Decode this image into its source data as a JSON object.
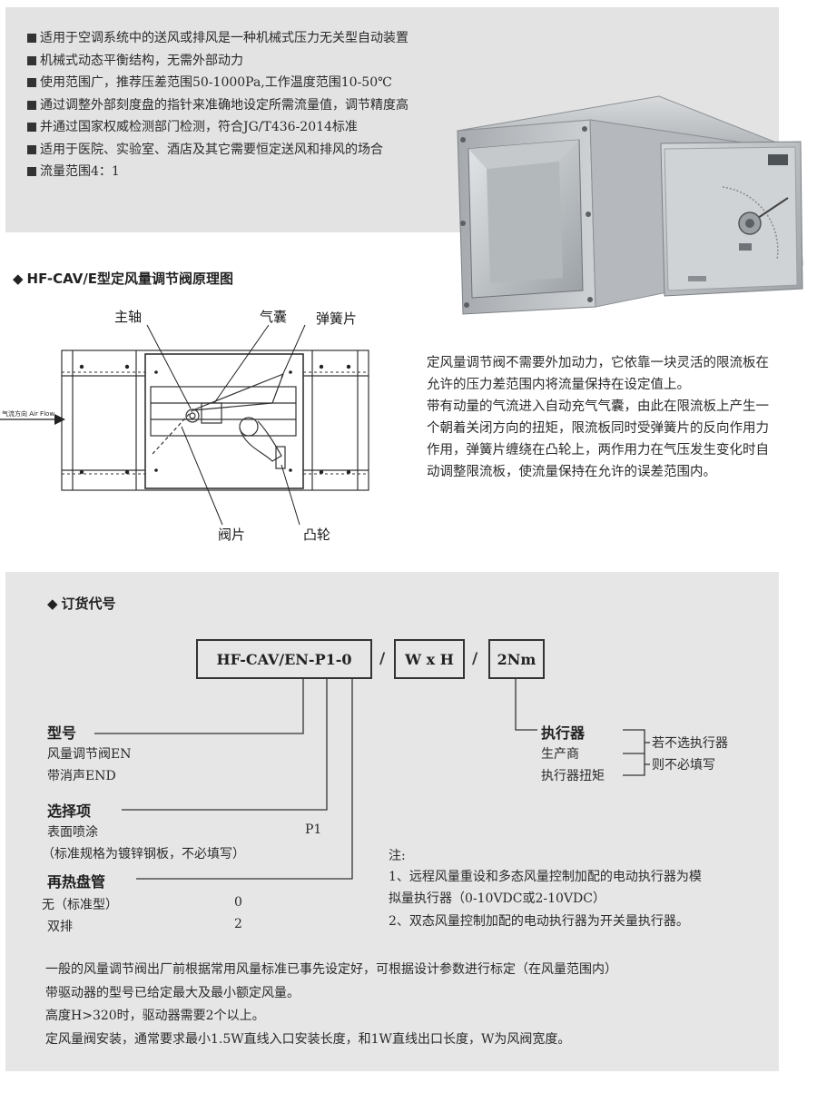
{
  "features": [
    "适用于空调系统中的送风或排风是一种机械式压力无关型自动装置",
    "机械式动态平衡结构，无需外部动力",
    "使用范围广，推荐压差范围50-1000Pa,工作温度范围10-50℃",
    "通过调整外部刻度盘的指针来准确地设定所需流量值，调节精度高",
    "并通过国家权威检测部门检测，符合JG/T436-2014标准",
    "适用于医院、实验室、酒店及其它需要恒定送风和排风的场合",
    "流量范围4：1"
  ],
  "principle": {
    "title": "HF-CAV/E型定风量调节阀原理图",
    "labels": {
      "main_shaft": "主轴",
      "airbag": "气囊",
      "spring": "弹簧片",
      "blade": "阀片",
      "cam": "凸轮",
      "airflow": "气流方向 Air Flow"
    },
    "description": [
      "定风量调节阀不需要外加动力，它依靠一块灵活的限流板在允许的压力差范围内将流量保持在设定值上。",
      "带有动量的气流进入自动充气气囊，由此在限流板上产生一个朝着关闭方向的扭矩，限流板同时受弹簧片的反向作用力作用，弹簧片缠绕在凸轮上，两作用力在气压发生变化时自动调整限流板，使流量保持在允许的误差范围内。"
    ]
  },
  "ordering": {
    "title": "订货代号",
    "code_parts": [
      "HF-CAV/EN-P1-0",
      "W x H",
      "2Nm"
    ],
    "separator": "/",
    "model": {
      "heading": "型号",
      "items": [
        "风量调节阀EN",
        "带消声END"
      ]
    },
    "options": {
      "heading": "选择项",
      "item": "表面喷涂",
      "value": "P1",
      "note": "（标准规格为镀锌钢板，不必填写）"
    },
    "reheat": {
      "heading": "再热盘管",
      "rows": [
        {
          "label": "无（标准型）",
          "value": "0"
        },
        {
          "label": "双排",
          "value": "2"
        }
      ]
    },
    "actuator": {
      "heading": "执行器",
      "items": [
        "生产商",
        "执行器扭矩"
      ],
      "note_lines": [
        "若不选执行器",
        "则不必填写"
      ]
    },
    "notes": {
      "heading": "注:",
      "lines": [
        "1、远程风量重设和多态风量控制加配的电动执行器为模",
        "拟量执行器（0-10VDC或2-10VDC）",
        "2、双态风量控制加配的电动执行器为开关量执行器。"
      ]
    },
    "footer": [
      "一般的风量调节阀出厂前根据常用风量标准已事先设定好，可根据设计参数进行标定（在风量范围内）",
      "带驱动器的型号已给定最大及最小额定风量。",
      "高度H>320时，驱动器需要2个以上。",
      "定风量阀安装，通常要求最小1.5W直线入口安装长度，和1W直线出口长度，W为风阀宽度。"
    ]
  }
}
